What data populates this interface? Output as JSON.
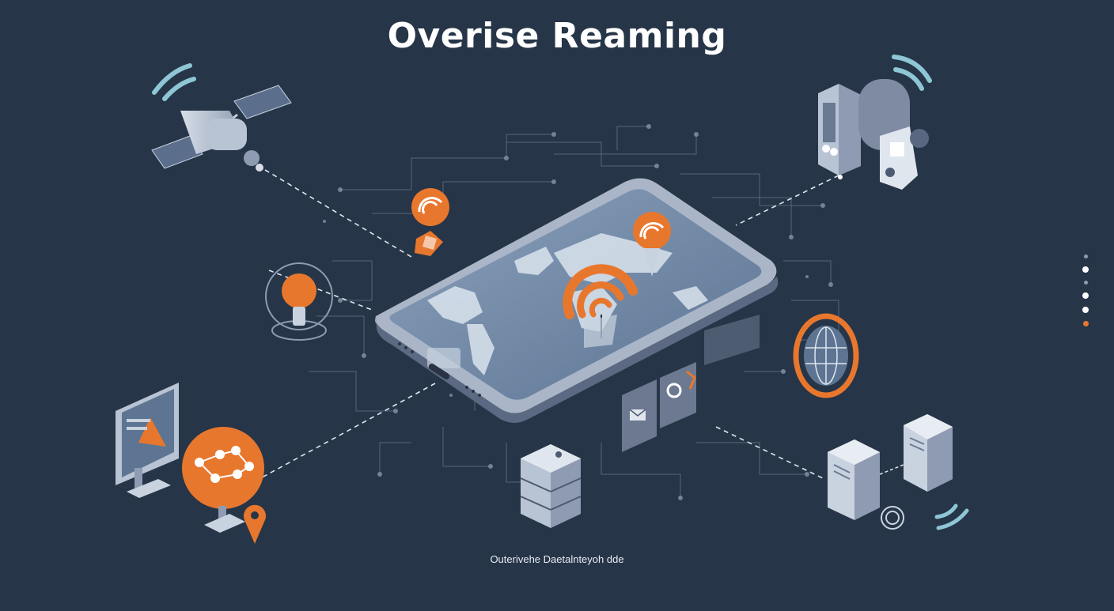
{
  "title": "Overise Reaming",
  "caption": "Outerivehe Daetalnteyoh dde",
  "colors": {
    "background": "#263547",
    "accent": "#e8772e",
    "device_light": "#c9d3e0",
    "device_mid": "#8e9bb2",
    "device_dark": "#4c5a72",
    "screen": "#6f87a6",
    "line": "#8fa2b8"
  },
  "nodes": [
    {
      "name": "satellite-icon"
    },
    {
      "name": "server-rack-icon"
    },
    {
      "name": "lightbulb-icon"
    },
    {
      "name": "monitor-icon"
    },
    {
      "name": "network-globe-icon"
    },
    {
      "name": "location-pin-icon"
    },
    {
      "name": "database-icon"
    },
    {
      "name": "globe-ring-icon"
    },
    {
      "name": "server-pair-icon"
    },
    {
      "name": "mail-icon"
    },
    {
      "name": "smartphone-world-map"
    }
  ],
  "pagination": {
    "dots": [
      {
        "state": "dim"
      },
      {
        "state": "active"
      },
      {
        "state": "dim"
      },
      {
        "state": "active"
      },
      {
        "state": "active"
      },
      {
        "state": "accent"
      }
    ]
  }
}
